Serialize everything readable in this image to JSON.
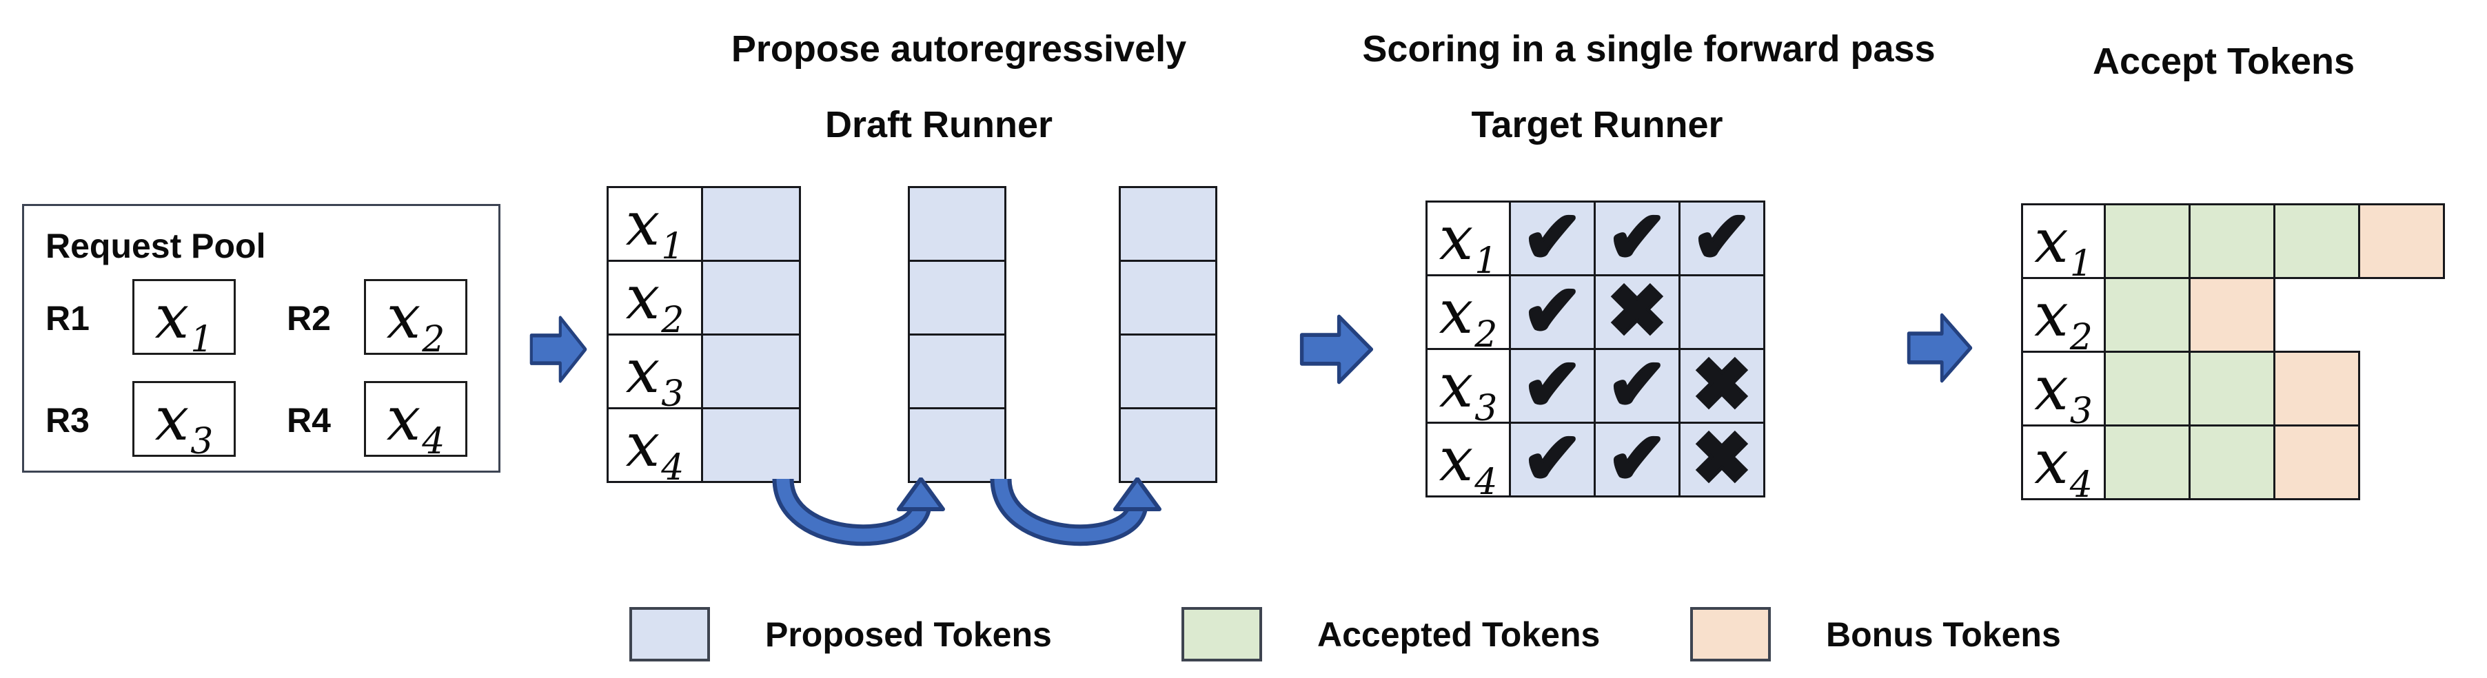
{
  "titles": {
    "propose": "Propose autoregressively",
    "draft_runner": "Draft Runner",
    "scoring": "Scoring in a single forward pass",
    "target_runner": "Target Runner",
    "accept": "Accept Tokens"
  },
  "request_pool": {
    "title": "Request Pool",
    "items": [
      {
        "id": "R1",
        "token_base": "x",
        "token_sub": "1"
      },
      {
        "id": "R2",
        "token_base": "x",
        "token_sub": "2"
      },
      {
        "id": "R3",
        "token_base": "x",
        "token_sub": "3"
      },
      {
        "id": "R4",
        "token_base": "x",
        "token_sub": "4"
      }
    ]
  },
  "draft": {
    "row_labels": [
      {
        "base": "x",
        "sub": "1"
      },
      {
        "base": "x",
        "sub": "2"
      },
      {
        "base": "x",
        "sub": "3"
      },
      {
        "base": "x",
        "sub": "4"
      }
    ],
    "proposal_steps": 3
  },
  "target": {
    "rows": [
      {
        "base": "x",
        "sub": "1",
        "marks": [
          "check",
          "check",
          "check"
        ]
      },
      {
        "base": "x",
        "sub": "2",
        "marks": [
          "check",
          "cross",
          "none"
        ]
      },
      {
        "base": "x",
        "sub": "3",
        "marks": [
          "check",
          "check",
          "cross"
        ]
      },
      {
        "base": "x",
        "sub": "4",
        "marks": [
          "check",
          "check",
          "cross"
        ]
      }
    ]
  },
  "accept": {
    "rows": [
      {
        "base": "x",
        "sub": "1",
        "cells": [
          "accepted",
          "accepted",
          "accepted",
          "bonus"
        ]
      },
      {
        "base": "x",
        "sub": "2",
        "cells": [
          "accepted",
          "bonus"
        ]
      },
      {
        "base": "x",
        "sub": "3",
        "cells": [
          "accepted",
          "accepted",
          "bonus"
        ]
      },
      {
        "base": "x",
        "sub": "4",
        "cells": [
          "accepted",
          "accepted",
          "bonus"
        ]
      }
    ]
  },
  "legend": {
    "items": [
      {
        "label": "Proposed Tokens",
        "type": "proposed"
      },
      {
        "label": "Accepted Tokens",
        "type": "accepted"
      },
      {
        "label": "Bonus Tokens",
        "type": "bonus"
      }
    ]
  },
  "icons": {
    "check": "✔",
    "cross": "✖"
  },
  "colors": {
    "proposed": "#d9e1f2",
    "accepted": "#dcead0",
    "bonus": "#f8e0cc",
    "arrow_fill": "#4472c4",
    "arrow_edge": "#24417f",
    "grid_line": "#17181c",
    "text": "#0b0b0b"
  }
}
